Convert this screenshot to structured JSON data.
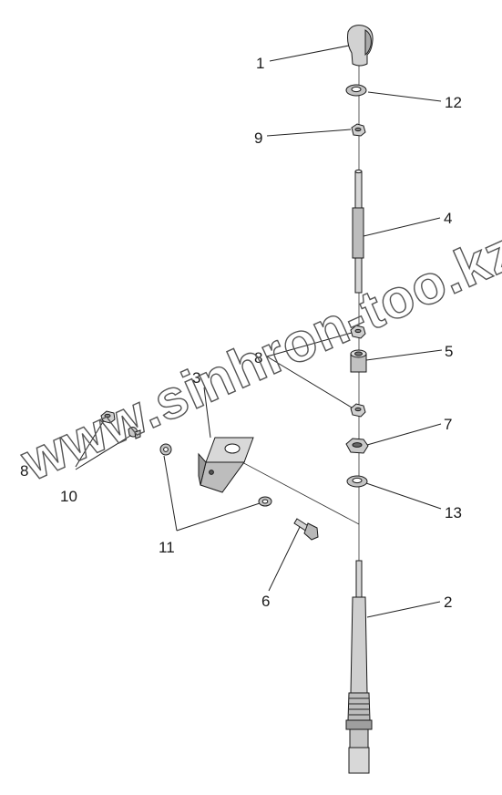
{
  "labels": {
    "l1": "1",
    "l2": "2",
    "l3": "3",
    "l4": "4",
    "l5": "5",
    "l6": "6",
    "l7": "7",
    "l8a": "8",
    "l8b": "8",
    "l9": "9",
    "l10": "10",
    "l11": "11",
    "l12": "12",
    "l13": "13"
  },
  "watermark": "www.sinhron-too.kz",
  "colors": {
    "line": "#1a1a1a",
    "part_fill": "#cfcfcf",
    "part_dark": "#6e6e6e",
    "background": "#ffffff"
  }
}
